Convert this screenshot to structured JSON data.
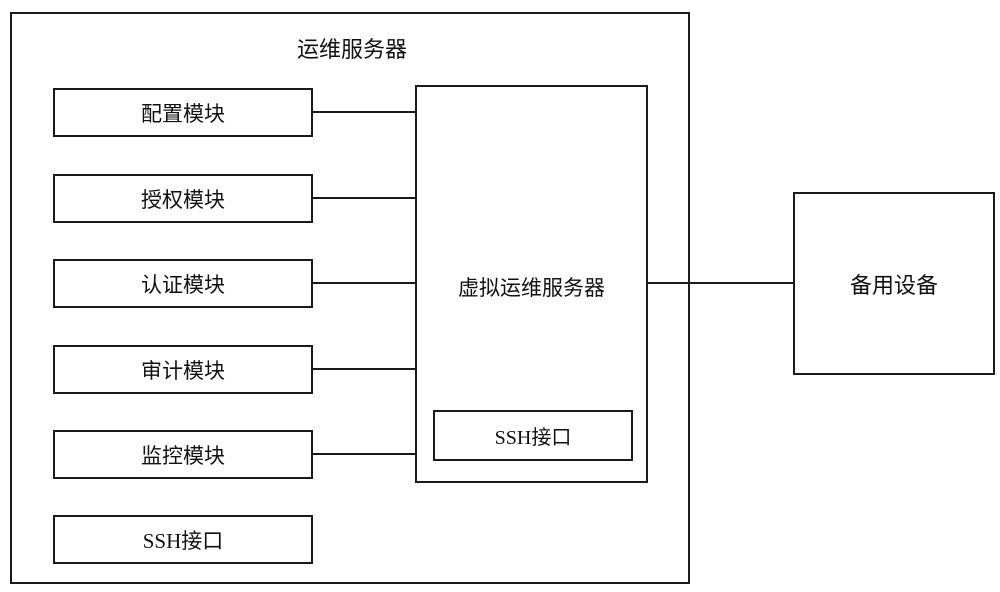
{
  "diagram": {
    "outer_box": {
      "label": "运维服务器"
    },
    "modules": [
      {
        "label": "配置模块"
      },
      {
        "label": "授权模块"
      },
      {
        "label": "认证模块"
      },
      {
        "label": "审计模块"
      },
      {
        "label": "监控模块"
      },
      {
        "label": "SSH接口"
      }
    ],
    "center_box": {
      "label": "虚拟运维服务器",
      "sub_box": {
        "label": "SSH接口"
      }
    },
    "right_box": {
      "label": "备用设备"
    },
    "colors": {
      "line": "#1a1a1a",
      "background": "#ffffff",
      "text": "#111111"
    }
  }
}
